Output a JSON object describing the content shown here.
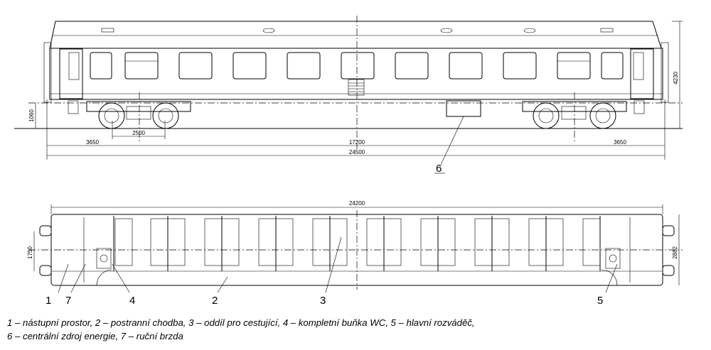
{
  "side_view": {
    "dimensions": {
      "height_total": "4230",
      "floor_height": "1060",
      "bogie_offset": "3650",
      "bogie_offset_right": "3650",
      "wheelbase": "2500",
      "bogie_centres": "17200",
      "length_over_buffers": "24500"
    },
    "callout_6": "6"
  },
  "plan_view": {
    "dimensions": {
      "body_length": "24200",
      "inner_width": "1750",
      "body_width": "2882"
    },
    "callouts": [
      "1",
      "7",
      "4",
      "2",
      "3",
      "5"
    ]
  },
  "caption": {
    "line1": "1 – nástupní prostor, 2 – postranní chodba, 3 – oddíl pro cestující, 4 – kompletní buňka WC, 5 – hlavní rozváděč,",
    "line2": "6 – centrální zdroj energie, 7 – ruční brzda"
  }
}
